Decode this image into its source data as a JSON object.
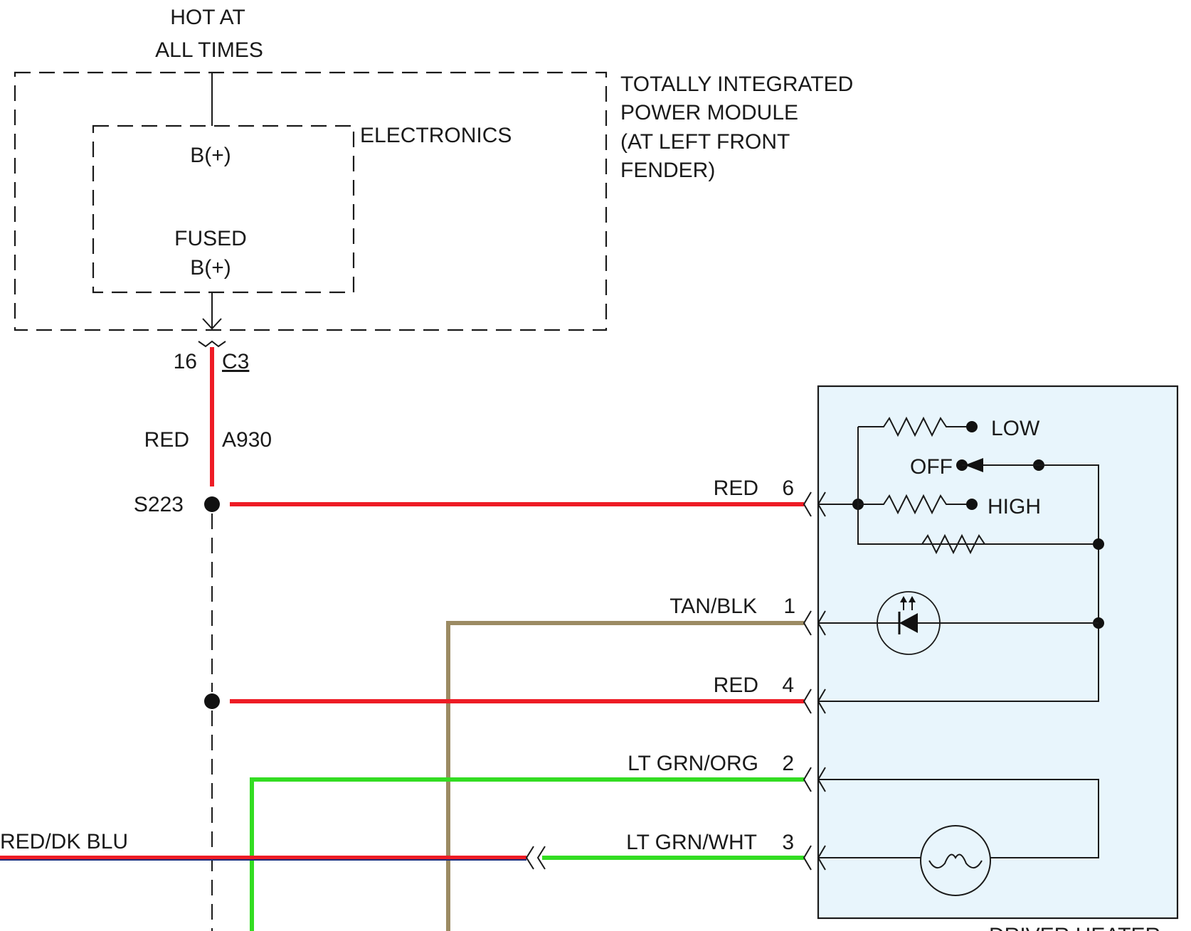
{
  "power": {
    "hot_line1": "HOT AT",
    "hot_line2": "ALL TIMES",
    "module_line1": "TOTALLY INTEGRATED",
    "module_line2": "POWER MODULE",
    "module_line3": "(AT LEFT FRONT",
    "module_line4": "FENDER)",
    "electronics": "ELECTRONICS",
    "bplus": "B(+)",
    "fused": "FUSED",
    "fused_bplus": "B(+)"
  },
  "connector_c3": {
    "pin": "16",
    "name": "C3"
  },
  "feed_wire": {
    "color_label": "RED",
    "circuit": "A930"
  },
  "splice": "S223",
  "wires": [
    {
      "label": "RED",
      "pin": "6",
      "color": "#ee1c25"
    },
    {
      "label": "TAN/BLK",
      "pin": "1",
      "color": "#9c8b63"
    },
    {
      "label": "RED",
      "pin": "4",
      "color": "#ee1c25"
    },
    {
      "label": "LT GRN/ORG",
      "pin": "2",
      "color": "#33dd22"
    },
    {
      "label": "LT GRN/WHT",
      "pin": "3",
      "color": "#33dd22"
    }
  ],
  "left_wire": {
    "label": "RED/DK BLU"
  },
  "switch": {
    "low": "LOW",
    "off": "OFF",
    "high": "HIGH"
  },
  "bottom_label_partial": "DRIVER HEATER",
  "colors": {
    "module_fill": "#e8f5fc",
    "red": "#ee1c25",
    "green": "#33dd22",
    "tan": "#9c8b63",
    "dk_blue": "#1c2a7a"
  }
}
